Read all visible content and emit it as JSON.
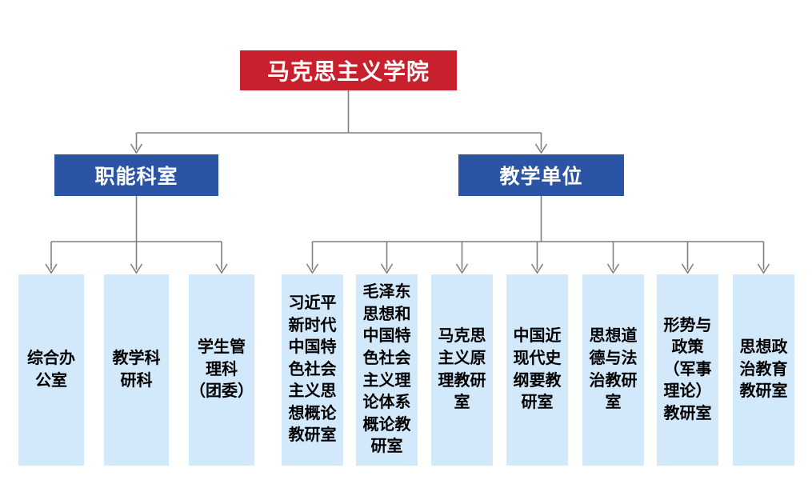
{
  "colors": {
    "root_bg": "#c9202e",
    "branch_bg": "#2b55a4",
    "leaf_bg": "#d2e9fb",
    "root_text": "#ffffff",
    "branch_text": "#ffffff",
    "leaf_text": "#000000",
    "connector": "#7f7f7f",
    "background": "#ffffff"
  },
  "org": {
    "root": {
      "name": "马克思主义学院",
      "label": "马克思主义学院"
    },
    "branches": [
      {
        "name": "职能科室",
        "label": "职能科室",
        "children": [
          {
            "name": "综合办公室",
            "label": "综合办\n公室"
          },
          {
            "name": "教学科研科",
            "label": "教学科\n研科"
          },
          {
            "name": "学生管理科（团委）",
            "label": "学生管\n理科\n（团委）"
          }
        ]
      },
      {
        "name": "教学单位",
        "label": "教学单位",
        "children": [
          {
            "name": "习近平新时代中国特色社会主义思想概论教研室",
            "label": "习近平\n新时代\n中国特\n色社会\n主义思\n想概论\n教研室"
          },
          {
            "name": "毛泽东思想和中国特色社会主义理论体系概论教研室",
            "label": "毛泽东\n思想和\n中国特\n色社会\n主义理\n论体系\n概论教\n研室"
          },
          {
            "name": "马克思主义原理教研室",
            "label": "马克思\n主义原\n理教研\n室"
          },
          {
            "name": "中国近现代史纲要教研室",
            "label": "中国近\n现代史\n纲要教\n研室"
          },
          {
            "name": "思想道德与法治教研室",
            "label": "思想道\n德与法\n治教研\n室"
          },
          {
            "name": "形势与政策（军事理论）教研室",
            "label": "形势与\n政策\n（军事\n理论）\n教研室"
          },
          {
            "name": "思想政治教育教研室",
            "label": "思想政\n治教育\n教研室"
          }
        ]
      }
    ]
  }
}
